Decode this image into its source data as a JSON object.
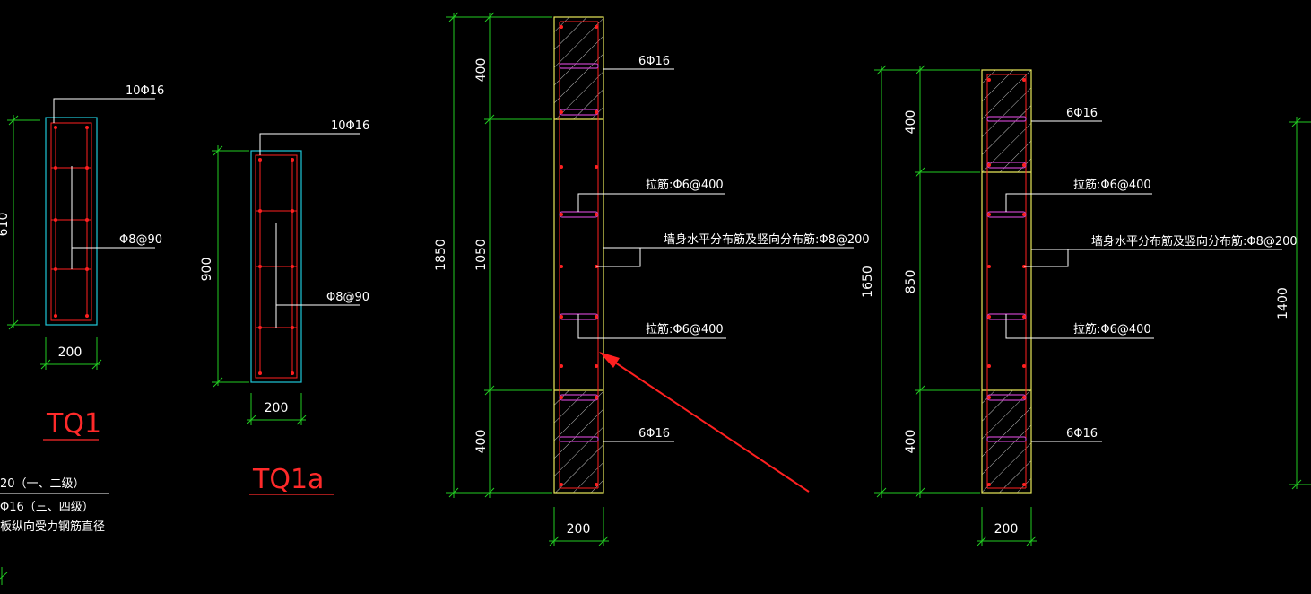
{
  "drawing": {
    "tq1": {
      "title": "TQ1",
      "top_bars": "10Φ16",
      "stirrup": "Φ8@90",
      "width_dim": "200",
      "height_dim": "610"
    },
    "tq1a": {
      "title": "TQ1a",
      "top_bars": "10Φ16",
      "stirrup": "Φ8@90",
      "width_dim": "200",
      "height_dim": "900"
    },
    "notes": {
      "line1": "20（一、二级）",
      "line2": "Φ16（三、四级）",
      "line3": "板纵向受力钢筋直径"
    },
    "wall1": {
      "total_dim": "1850",
      "top_dim": "400",
      "mid_dim": "1050",
      "bot_dim": "400",
      "width_dim": "200",
      "top_bars": "6Φ16",
      "tie_upper": "拉筋:Φ6@400",
      "distribution": "墙身水平分布筋及竖向分布筋:Φ8@200",
      "tie_lower": "拉筋:Φ6@400",
      "bottom_bars": "6Φ16"
    },
    "wall2": {
      "total_dim": "1650",
      "top_dim": "400",
      "mid_dim": "850",
      "bot_dim": "400",
      "width_dim": "200",
      "top_bars": "6Φ16",
      "tie_upper": "拉筋:Φ6@400",
      "distribution": "墙身水平分布筋及竖向分布筋:Φ8@200",
      "tie_lower": "拉筋:Φ6@400",
      "bottom_bars": "6Φ16",
      "right_dim": "1400"
    },
    "colors": {
      "background": "#000000",
      "dimension": "#22cc22",
      "rebar": "#ff2020",
      "outline": "#e8e85a",
      "tie": "#c040c0",
      "title": "#ff2a2a",
      "cover": "#1ec8d8"
    }
  }
}
